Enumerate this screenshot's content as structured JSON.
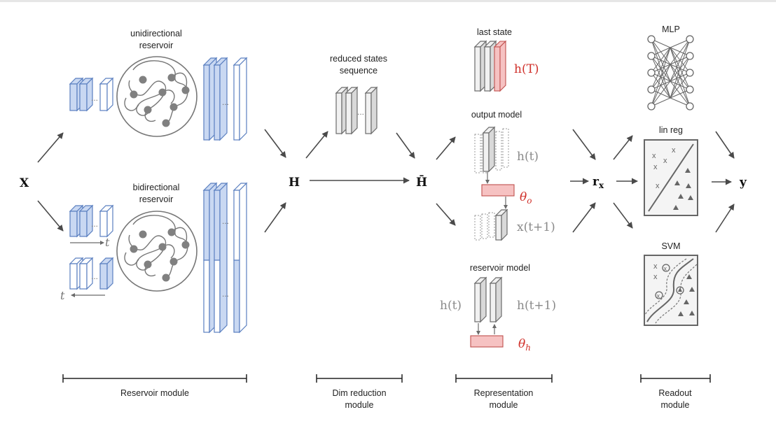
{
  "labels": {
    "unidirectional_reservoir": [
      "unidirectional",
      "reservoir"
    ],
    "bidirectional_reservoir": [
      "bidirectional",
      "reservoir"
    ],
    "reduced_states_sequence": [
      "reduced states",
      "sequence"
    ],
    "last_state": "last state",
    "output_model": "output model",
    "reservoir_model": "reservoir model",
    "mlp": "MLP",
    "lin_reg": "lin reg",
    "svm": "SVM"
  },
  "math": {
    "x_input": "X",
    "h_states": "H",
    "h_bar": "H̄",
    "h_T": "h(T)",
    "h_t_output": "h(t)",
    "theta_o": "θo",
    "x_t1": "x(t+1)",
    "h_t_reservoir": "h(t)",
    "h_t1_reservoir": "h(t+1)",
    "theta_h": "θh",
    "r_x": "rx",
    "y_output": "y",
    "t_forward": "t",
    "t_backward": "t",
    "ellipsis": "..."
  },
  "modules": [
    {
      "lines": [
        "Reservoir module"
      ]
    },
    {
      "lines": [
        "Dim reduction",
        "module"
      ]
    },
    {
      "lines": [
        "Representation",
        "module"
      ]
    },
    {
      "lines": [
        "Readout",
        "module"
      ]
    }
  ],
  "colors": {
    "arrow": "#4a4a4a",
    "blue_state": "#5a7fc0",
    "blue_fill": "#c9d8f2",
    "gray_state": "#6a6a6a",
    "highlight_red": "#d0302a",
    "pink_box": "#f6c2c2"
  }
}
